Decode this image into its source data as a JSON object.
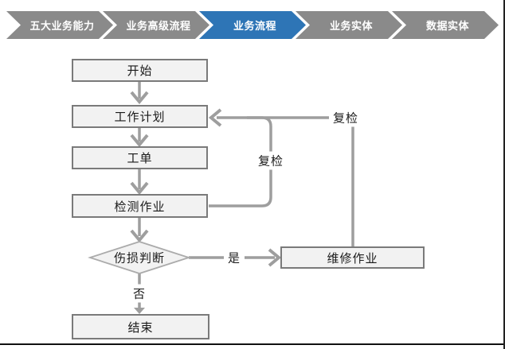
{
  "nav": {
    "items": [
      {
        "label": "五大业务能力",
        "active": false
      },
      {
        "label": "业务高级流程",
        "active": false
      },
      {
        "label": "业务流程",
        "active": true
      },
      {
        "label": "业务实体",
        "active": false
      },
      {
        "label": "数据实体",
        "active": false
      }
    ],
    "active_color": "#2E75B6",
    "inactive_color": "#8A8A8A"
  },
  "flowchart": {
    "nodes": {
      "start": {
        "label": "开始",
        "type": "process"
      },
      "plan": {
        "label": "工作计划",
        "type": "process"
      },
      "order": {
        "label": "工单",
        "type": "process"
      },
      "inspect": {
        "label": "检测作业",
        "type": "process"
      },
      "decision": {
        "label": "伤损判断",
        "type": "decision"
      },
      "repair": {
        "label": "维修作业",
        "type": "process"
      },
      "end": {
        "label": "结束",
        "type": "process"
      }
    },
    "edge_labels": {
      "yes": "是",
      "no": "否",
      "recheck_inspect": "复检",
      "recheck_repair": "复检"
    },
    "colors": {
      "node_fill": "#F2F2F2",
      "node_border": "#7A7A7A",
      "connector": "#9E9E9E"
    }
  }
}
